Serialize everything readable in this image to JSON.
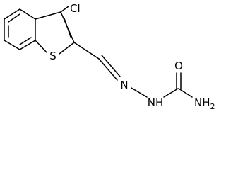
{
  "atoms": {
    "chlorine": "Cl",
    "sulfur": "S",
    "oxygen": "O",
    "imine_nitrogen": "N",
    "hydrazide_nh": "NH",
    "amide_nh2_n": "NH",
    "amide_nh2_sub": "2"
  },
  "colors": {
    "bond": "#000000",
    "background": "#ffffff"
  }
}
